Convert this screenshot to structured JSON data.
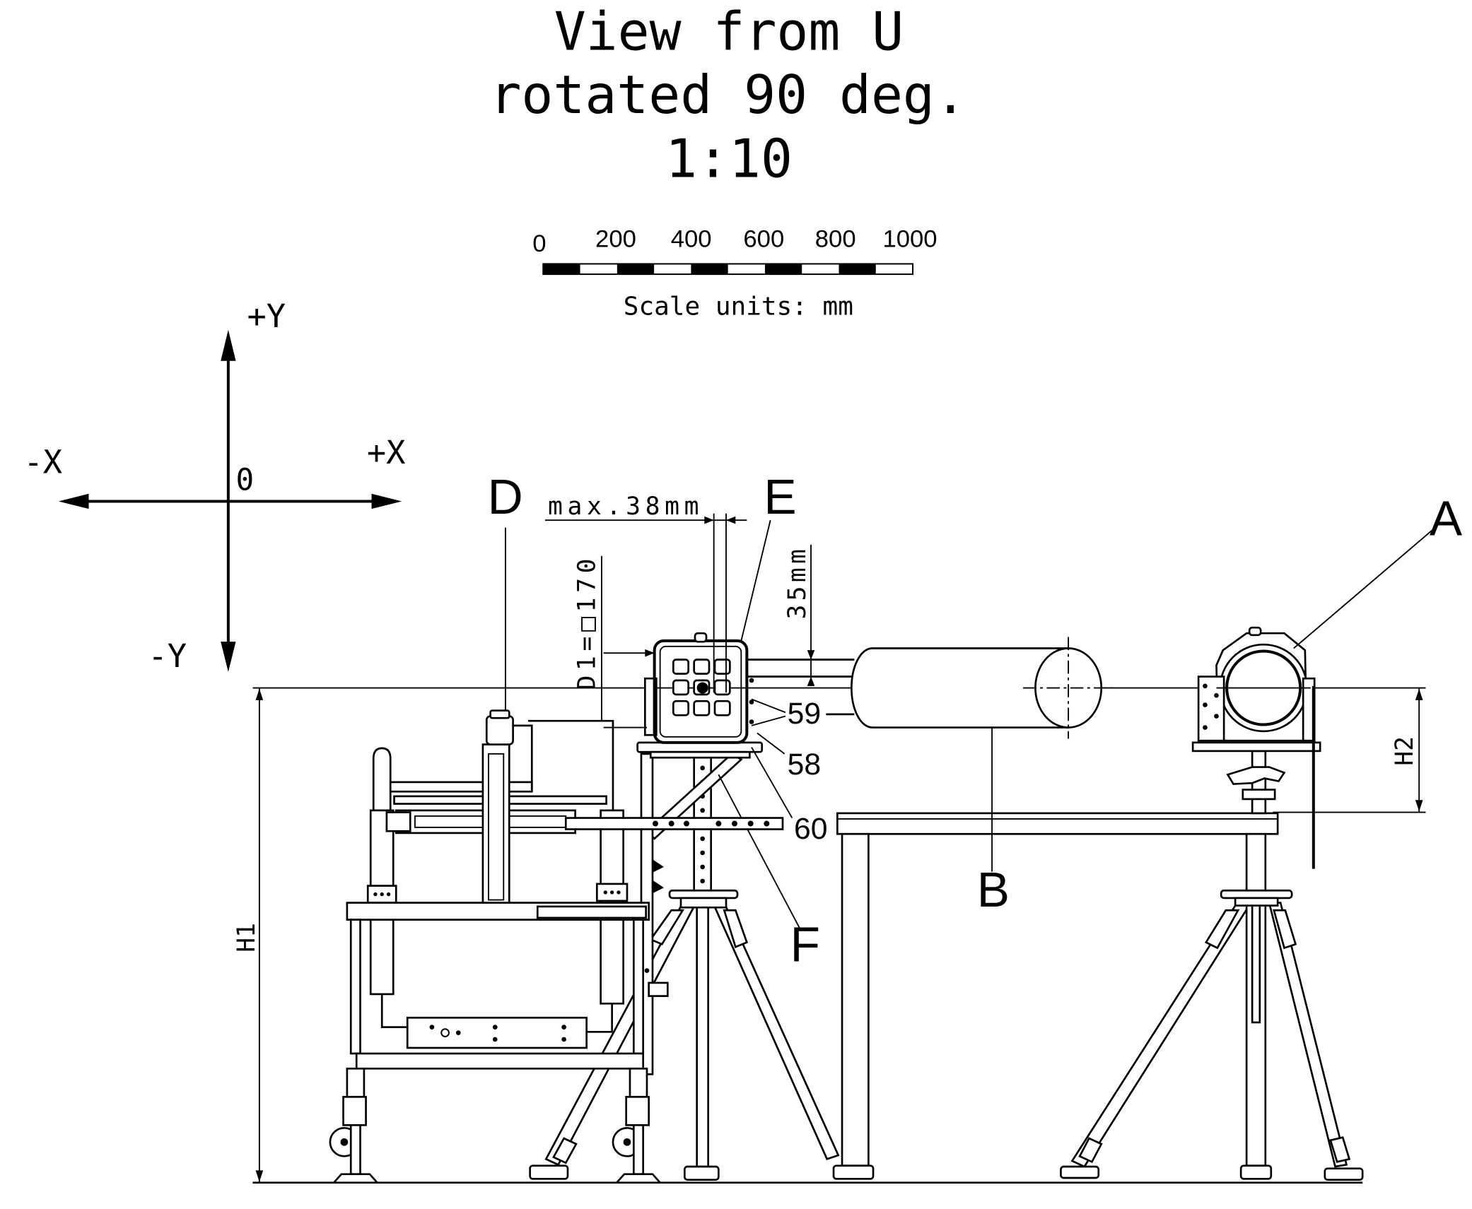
{
  "title": {
    "line1": "View from U",
    "line2": "rotated 90 deg.",
    "line3": "1:10"
  },
  "scale_bar": {
    "ticks": [
      "0",
      "200",
      "400",
      "600",
      "800",
      "1000"
    ],
    "units_label": "Scale units: mm"
  },
  "axes": {
    "plus_y": "+Y",
    "minus_y": "-Y",
    "minus_x": "-X",
    "plus_x": "+X",
    "origin": "0"
  },
  "labels": {
    "a": "A",
    "b": "B",
    "d": "D",
    "e": "E",
    "f": "F"
  },
  "dimensions": {
    "max_offset": "max.38mm",
    "vertical_offset": "35mm",
    "aperture": "D1=□170",
    "h1": "H1",
    "h2": "H2"
  },
  "callouts": {
    "c59": "59",
    "c58": "58",
    "c60": "60"
  },
  "colors": {
    "ink": "#000000",
    "background": "#ffffff"
  }
}
